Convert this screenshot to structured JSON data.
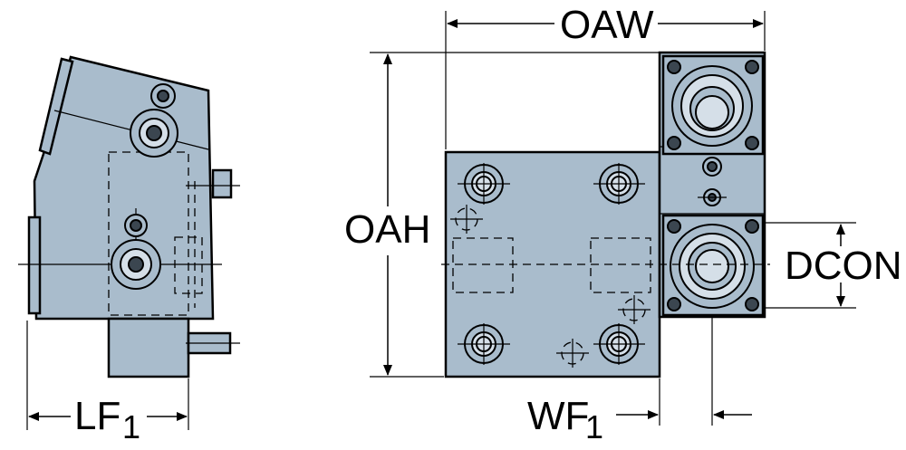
{
  "dimensions": {
    "oaw": "OAW",
    "oah": "OAH",
    "dcon": "DCON",
    "lf_main": "LF",
    "lf_sub": "1",
    "wf_main": "WF",
    "wf_sub": "1"
  },
  "colors": {
    "part_fill": "#a9bccc",
    "line": "#000000",
    "background": "#ffffff"
  }
}
